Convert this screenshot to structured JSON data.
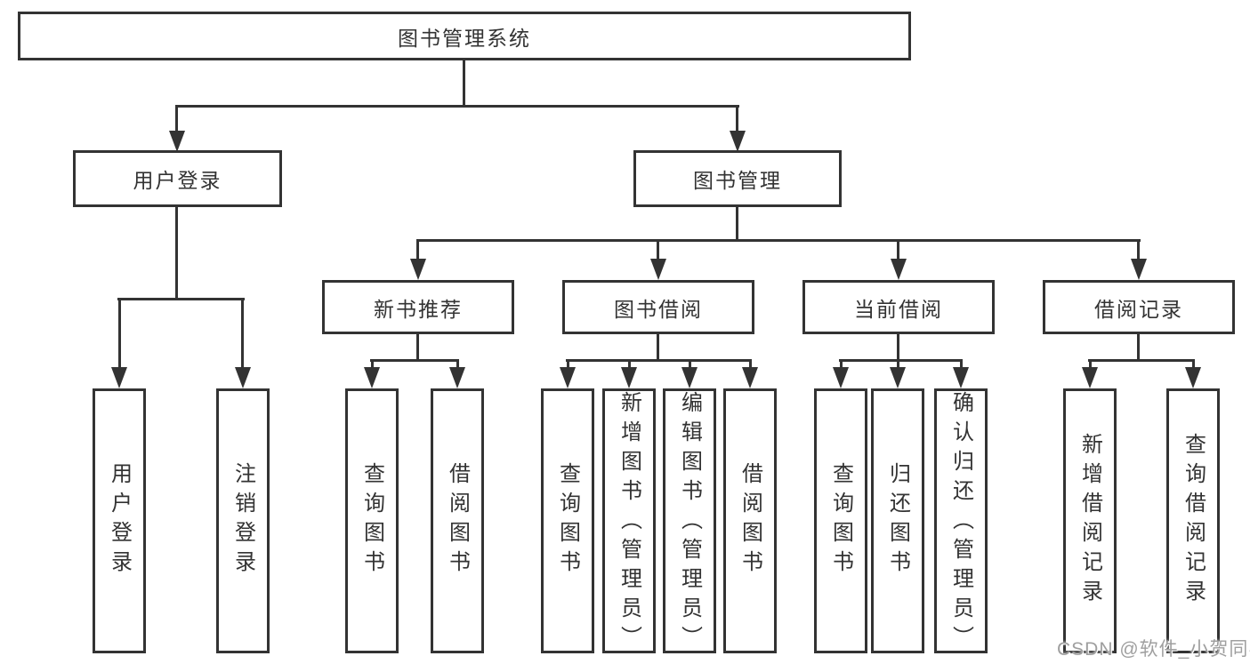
{
  "tree": {
    "root": {
      "label": "图书管理系统"
    },
    "user_login": {
      "label": "用户登录",
      "children": [
        "用户登录",
        "注销登录"
      ]
    },
    "book_mgmt": {
      "label": "图书管理",
      "sections": {
        "new_book": {
          "label": "新书推荐",
          "children": [
            "查询图书",
            "借阅图书"
          ]
        },
        "borrow": {
          "label": "图书借阅",
          "children": [
            "查询图书",
            "新增图书（管理员）",
            "编辑图书（管理员）",
            "借阅图书"
          ]
        },
        "current": {
          "label": "当前借阅",
          "children": [
            "查询图书",
            "归还图书",
            "确认归还（管理员）"
          ]
        },
        "records": {
          "label": "借阅记录",
          "children": [
            "新增借阅记录",
            "查询借阅记录"
          ]
        }
      }
    }
  },
  "watermark": "CSDN @软件_小贺同学",
  "colors": {
    "line": "#333333",
    "text": "#333333",
    "box_fill": "#ffffff",
    "watermark": "#9f9f9f",
    "background": "#ffffff"
  }
}
